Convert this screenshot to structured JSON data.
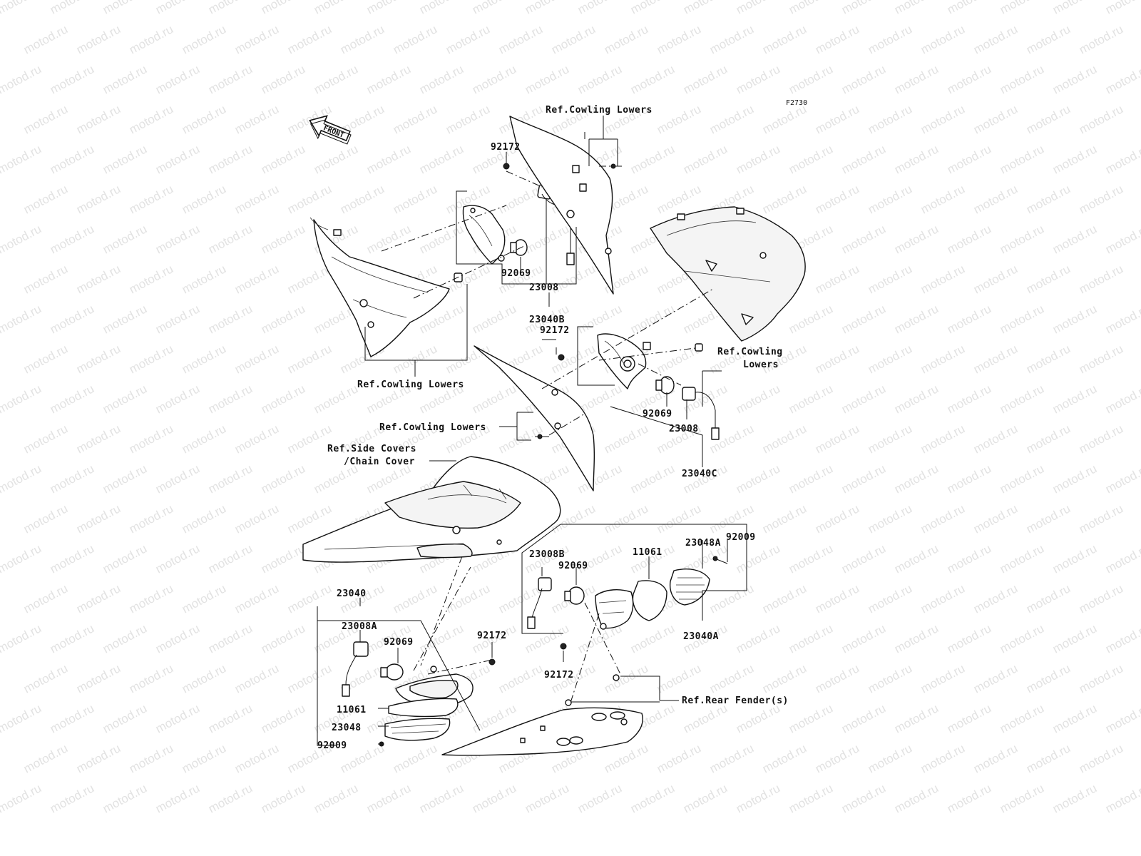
{
  "figure_code": "F2730",
  "direction_arrow": {
    "label": "FRONT",
    "icon": "front-arrow-icon"
  },
  "watermark": {
    "text": "motod.ru",
    "color": "#e2e2e2"
  },
  "part_labels": {
    "p92172_top": "92172",
    "p92069_top": "92069",
    "p23008_top": "23008",
    "p23040B": "23040B",
    "p92172_mid": "92172",
    "p92069_mid": "92069",
    "p23008_mid": "23008",
    "p23040C": "23040C",
    "p23008B": "23008B",
    "p92069_rr": "92069",
    "p11061_rr": "11061",
    "p23048A": "23048A",
    "p92009_rr": "92009",
    "p23040A": "23040A",
    "p23040": "23040",
    "p23008A": "23008A",
    "p92069_rl": "92069",
    "p92172_rl": "92172",
    "p92172_bot": "92172",
    "p11061_rl": "11061",
    "p23048": "23048",
    "p92009_rl": "92009"
  },
  "reference_labels": {
    "cowling_top_right": "Ref.Cowling Lowers",
    "cowling_left": "Ref.Cowling Lowers",
    "cowling_mid_right_1": "Ref.Cowling",
    "cowling_mid_right_2": "Lowers",
    "cowling_center": "Ref.Cowling Lowers",
    "side_covers_1": "Ref.Side Covers",
    "side_covers_2": "/Chain Cover",
    "rear_fender": "Ref.Rear Fender(s)"
  }
}
